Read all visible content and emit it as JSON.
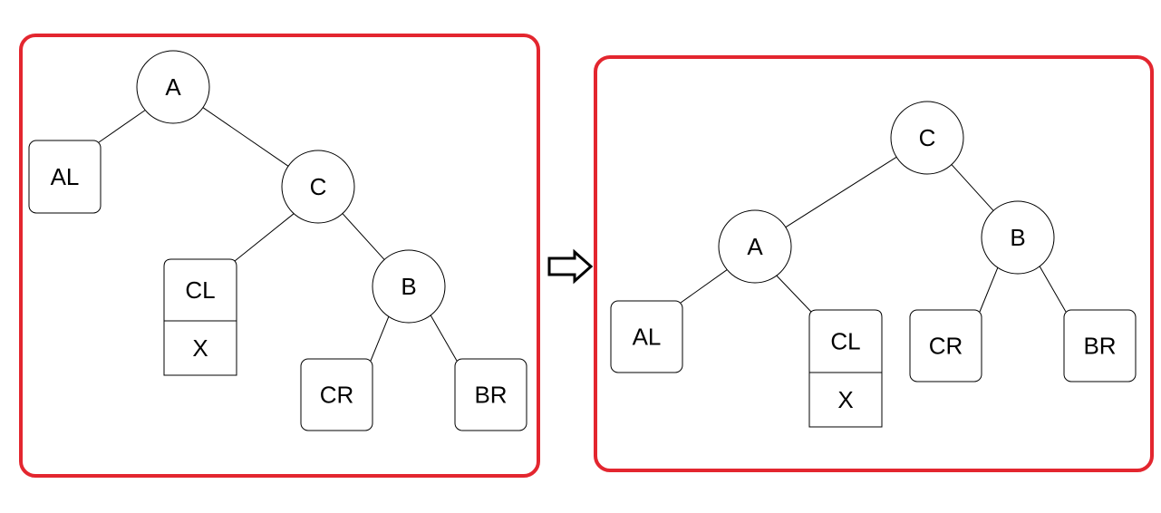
{
  "diagram": {
    "type": "tree-rotation",
    "colors": {
      "panel_border": "#e3262f",
      "edges": "#000000",
      "background": "#ffffff"
    },
    "before": {
      "nodes": [
        {
          "id": "A",
          "label": "A",
          "kind": "circle"
        },
        {
          "id": "AL",
          "label": "AL",
          "kind": "box"
        },
        {
          "id": "C",
          "label": "C",
          "kind": "circle"
        },
        {
          "id": "CL",
          "label": "CL",
          "kind": "split-box",
          "sub_label": "X"
        },
        {
          "id": "B",
          "label": "B",
          "kind": "circle"
        },
        {
          "id": "CR",
          "label": "CR",
          "kind": "box"
        },
        {
          "id": "BR",
          "label": "BR",
          "kind": "box"
        }
      ],
      "edges": [
        [
          "A",
          "AL"
        ],
        [
          "A",
          "C"
        ],
        [
          "C",
          "CL"
        ],
        [
          "C",
          "B"
        ],
        [
          "B",
          "CR"
        ],
        [
          "B",
          "BR"
        ]
      ]
    },
    "after": {
      "nodes": [
        {
          "id": "C",
          "label": "C",
          "kind": "circle"
        },
        {
          "id": "A",
          "label": "A",
          "kind": "circle"
        },
        {
          "id": "B",
          "label": "B",
          "kind": "circle"
        },
        {
          "id": "AL",
          "label": "AL",
          "kind": "box"
        },
        {
          "id": "CL",
          "label": "CL",
          "kind": "split-box",
          "sub_label": "X"
        },
        {
          "id": "CR",
          "label": "CR",
          "kind": "box"
        },
        {
          "id": "BR",
          "label": "BR",
          "kind": "box"
        }
      ],
      "edges": [
        [
          "C",
          "A"
        ],
        [
          "C",
          "B"
        ],
        [
          "A",
          "AL"
        ],
        [
          "A",
          "CL"
        ],
        [
          "B",
          "CR"
        ],
        [
          "B",
          "BR"
        ]
      ]
    },
    "arrow_icon": "right-arrow-outline-icon"
  }
}
